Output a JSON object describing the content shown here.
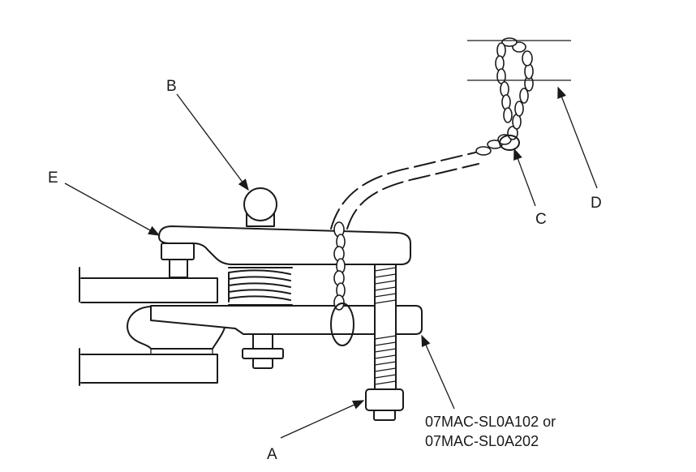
{
  "labels": {
    "a": "A",
    "b": "B",
    "c": "C",
    "d": "D",
    "e": "E"
  },
  "part_number": {
    "line1": "07MAC-SL0A102 or",
    "line2": "07MAC-SL0A202"
  }
}
